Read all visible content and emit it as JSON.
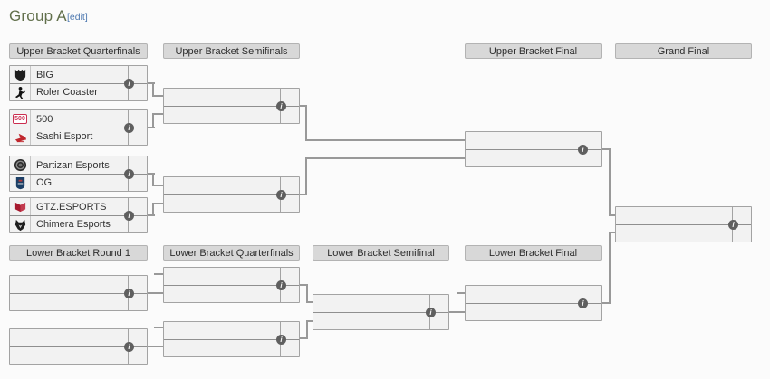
{
  "title": "Group A",
  "ui": {
    "edit_label": "[edit]",
    "info_glyph": "i"
  },
  "headers": {
    "ub_qf": "Upper Bracket Quarterfinals",
    "ub_sf": "Upper Bracket Semifinals",
    "ub_f": "Upper Bracket Final",
    "gf": "Grand Final",
    "lb_r1": "Lower Bracket Round 1",
    "lb_qf": "Lower Bracket Quarterfinals",
    "lb_sf": "Lower Bracket Semifinal",
    "lb_f": "Lower Bracket Final"
  },
  "teams": {
    "big": {
      "name": "BIG",
      "icon": "big-logo"
    },
    "roler_coaster": {
      "name": "Roler Coaster",
      "icon": "roler-coaster-logo"
    },
    "t500": {
      "name": "500",
      "icon": "500-logo",
      "logo_text": "500"
    },
    "sashi": {
      "name": "Sashi Esport",
      "icon": "sashi-esport-logo"
    },
    "partizan": {
      "name": "Partizan Esports",
      "icon": "partizan-esports-logo"
    },
    "og": {
      "name": "OG",
      "icon": "og-logo"
    },
    "gtz": {
      "name": "GTZ.ESPORTS",
      "icon": "gtz-esports-logo"
    },
    "chimera": {
      "name": "Chimera Esports",
      "icon": "chimera-esports-logo"
    }
  },
  "colors": {
    "title": "#62704c",
    "edit_link": "#4e79b0",
    "header_bg": "#d8d8d8",
    "match_bg": "#f2f2f2",
    "border": "#a3a3a3",
    "connector": "#999999",
    "info_icon_bg": "#5f5f5f",
    "logo_red": "#c0272d",
    "logo_navy": "#1b3f66"
  }
}
